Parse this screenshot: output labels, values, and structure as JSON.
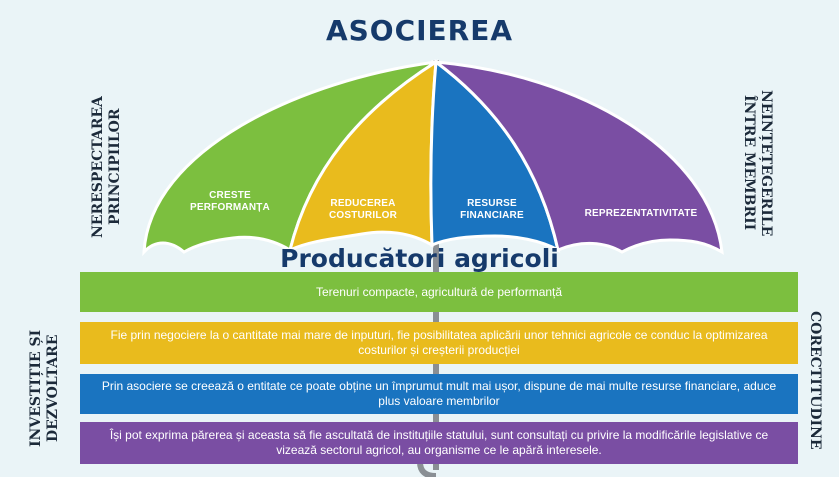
{
  "title": "ASOCIEREA",
  "subtitle": "Producători agricoli",
  "umbrella_segments": [
    {
      "label": "CRESTE PERFORMANȚA",
      "color": "#7cbf3f"
    },
    {
      "label": "REDUCEREA COSTURILOR",
      "color": "#e9bb1d"
    },
    {
      "label": "RESURSE FINANCIARE",
      "color": "#1a74c0"
    },
    {
      "label": "REPREZENTATIVITATE",
      "color": "#7a4ea3"
    }
  ],
  "side_labels": {
    "top_left": [
      "NERESPECTAREA",
      "PRINCIPIILOR"
    ],
    "top_right": [
      "NEINȚEȚEGERILE",
      "ÎNTRE MEMBRII"
    ],
    "bottom_left": [
      "INVESTIȚIE ȘI",
      "DEZVOLTARE"
    ],
    "bottom_right": "CORECTITUDINE"
  },
  "bands": [
    {
      "text": "Terenuri compacte, agricultură de performanță",
      "color": "#7cbf3f"
    },
    {
      "text": "Fie prin negociere la o cantitate mai mare de inputuri, fie posibilitatea aplicării unor tehnici agricole ce conduc la optimizarea costurilor și creșterii producției",
      "color": "#e9bb1d"
    },
    {
      "text": "Prin asociere se creează o entitate ce poate obține un împrumut mult mai ușor, dispune de mai multe resurse financiare, aduce plus valoare membrilor",
      "color": "#1a74c0"
    },
    {
      "text": "Își pot exprima părerea și aceasta să fie ascultată de instituțiile statului, sunt consultați cu privire la modificările legislative ce vizează sectorul agricol, au organisme ce le apără interesele.",
      "color": "#7a4ea3"
    }
  ]
}
